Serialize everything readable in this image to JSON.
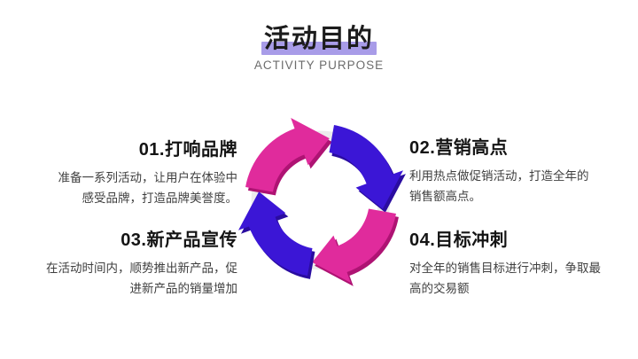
{
  "slide": {
    "title": "活动目的",
    "subtitle": "ACTIVITY PURPOSE"
  },
  "colors": {
    "pink": "#E02B9C",
    "pink_dark": "#AE1373",
    "blue": "#3B16D6",
    "blue_dark": "#2A0CA0",
    "highlight": "#A89CE8",
    "ring": "#ECECEC",
    "heading_text": "#141414",
    "body_text": "#3F3F3F",
    "subtitle_text": "#6C6C6C"
  },
  "diagram": {
    "type": "cycle-arrows",
    "direction": "clockwise",
    "arrows": [
      {
        "position": "top-left",
        "color_key": "pink",
        "head_points": "right-at-top"
      },
      {
        "position": "top-right",
        "color_key": "blue",
        "head_points": "down-at-right"
      },
      {
        "position": "bottom-right",
        "color_key": "pink",
        "head_points": "left-at-bottom"
      },
      {
        "position": "bottom-left",
        "color_key": "blue",
        "head_points": "up-at-left"
      }
    ]
  },
  "sections": [
    {
      "id": "01",
      "title": "01.打响品牌",
      "body": "准备一系列活动，让用户在体验中感受品牌，打造品牌美誉度。",
      "align": "right"
    },
    {
      "id": "02",
      "title": "02.营销高点",
      "body": "利用热点做促销活动，打造全年的销售额高点。",
      "align": "left"
    },
    {
      "id": "03",
      "title": "03.新产品宣传",
      "body": "在活动时间内，顺势推出新产品，促进新产品的销量增加",
      "align": "right"
    },
    {
      "id": "04",
      "title": "04.目标冲刺",
      "body": "对全年的销售目标进行冲刺，争取最高的交易额",
      "align": "left"
    }
  ]
}
